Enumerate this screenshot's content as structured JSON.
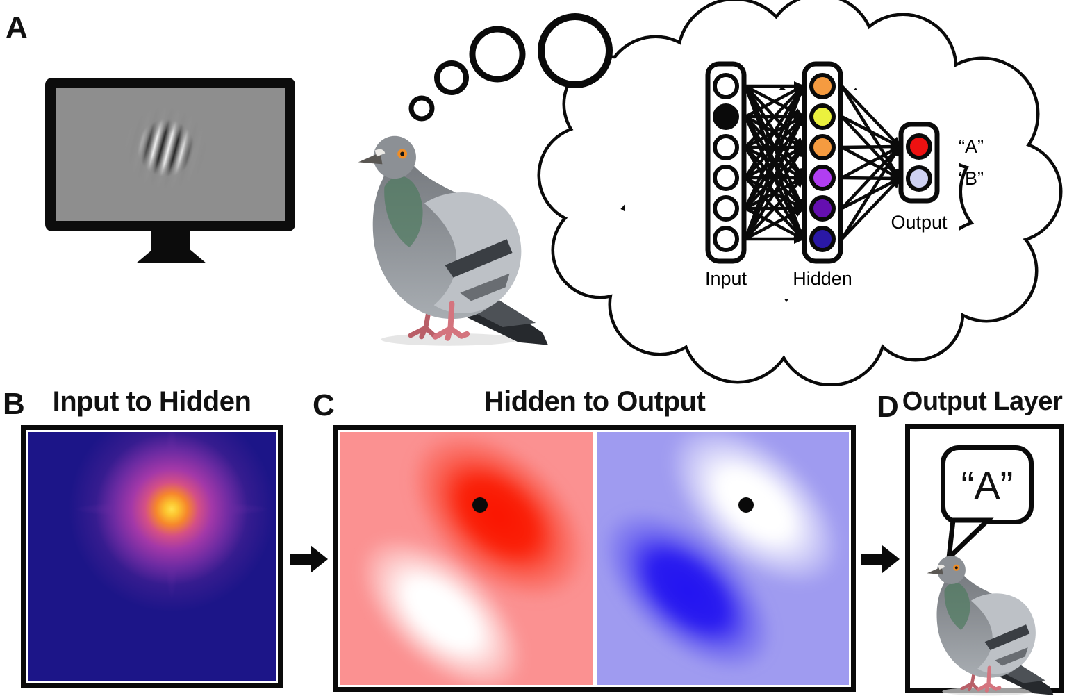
{
  "figure": {
    "panels": {
      "a": {
        "label": "A"
      },
      "b": {
        "label": "B",
        "title": "Input to Hidden"
      },
      "c": {
        "label": "C",
        "title": "Hidden to Output"
      },
      "d": {
        "label": "D",
        "title": "Output Layer",
        "speech_text": "“A”"
      }
    },
    "network": {
      "input_label": "Input",
      "hidden_label": "Hidden",
      "output_label": "Output",
      "class_a_label": "“A”",
      "class_b_label": "“B”",
      "input_node_fills": [
        "#ffffff",
        "#0a0a0a",
        "#ffffff",
        "#ffffff",
        "#ffffff",
        "#ffffff"
      ],
      "hidden_node_fills": [
        "#f59b40",
        "#ebf13e",
        "#f59b40",
        "#b13ef2",
        "#650fb0",
        "#2a18a6"
      ],
      "output_node_fills": [
        "#ee1111",
        "#ced1f2"
      ]
    },
    "colors": {
      "heatmap_background": "#1c1588",
      "heatmap_hotspot": "#ffd83c",
      "weight_map_a_background": "#fb9191",
      "weight_map_a_peak": "#fa1400",
      "weight_map_b_background": "#9f9bf0",
      "weight_map_b_peak": "#2213f1",
      "outline": "#0a0a0a"
    }
  }
}
